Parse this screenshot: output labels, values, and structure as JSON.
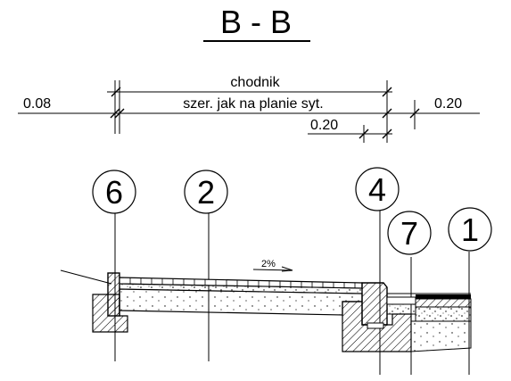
{
  "section_title": "B - B",
  "dimensions": {
    "sidewalk_label": "chodnik",
    "sidewalk_width": "szer. jak na planie syt.",
    "left_offset": "0.08",
    "right_offset": "0.20",
    "inner_offset": "0.20"
  },
  "slope": "2%",
  "callouts": [
    "6",
    "2",
    "4",
    "7",
    "1"
  ]
}
